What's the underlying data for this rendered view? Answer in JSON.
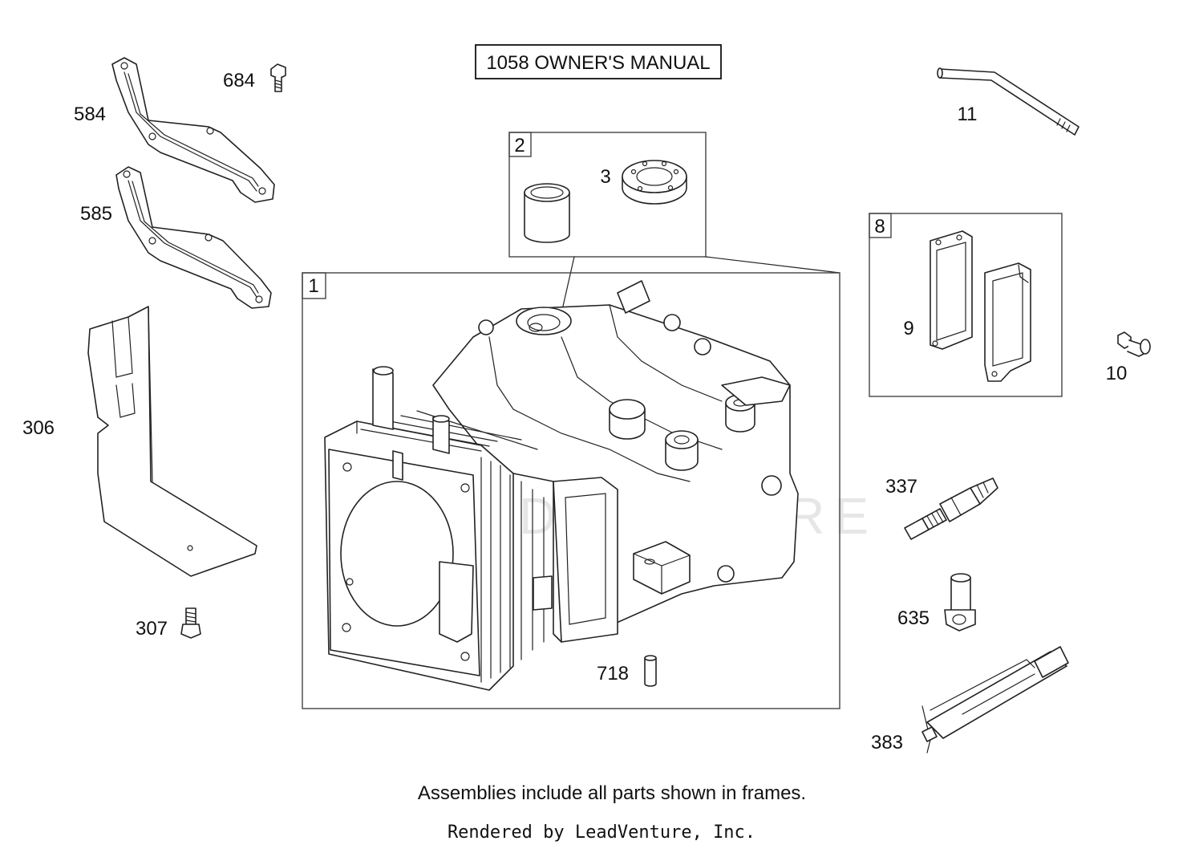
{
  "manual_label": "1058 OWNER'S MANUAL",
  "watermark": "LEADVENTURE",
  "footer_note": "Assemblies include all parts shown in frames.",
  "credit": "Rendered by LeadVenture, Inc.",
  "frames": {
    "f1": "1",
    "f2": "2",
    "f8": "8"
  },
  "parts": {
    "p3": "3",
    "p9": "9",
    "p10": "10",
    "p11": "11",
    "p306": "306",
    "p307": "307",
    "p337": "337",
    "p383": "383",
    "p584": "584",
    "p585": "585",
    "p635": "635",
    "p684": "684",
    "p718": "718"
  }
}
